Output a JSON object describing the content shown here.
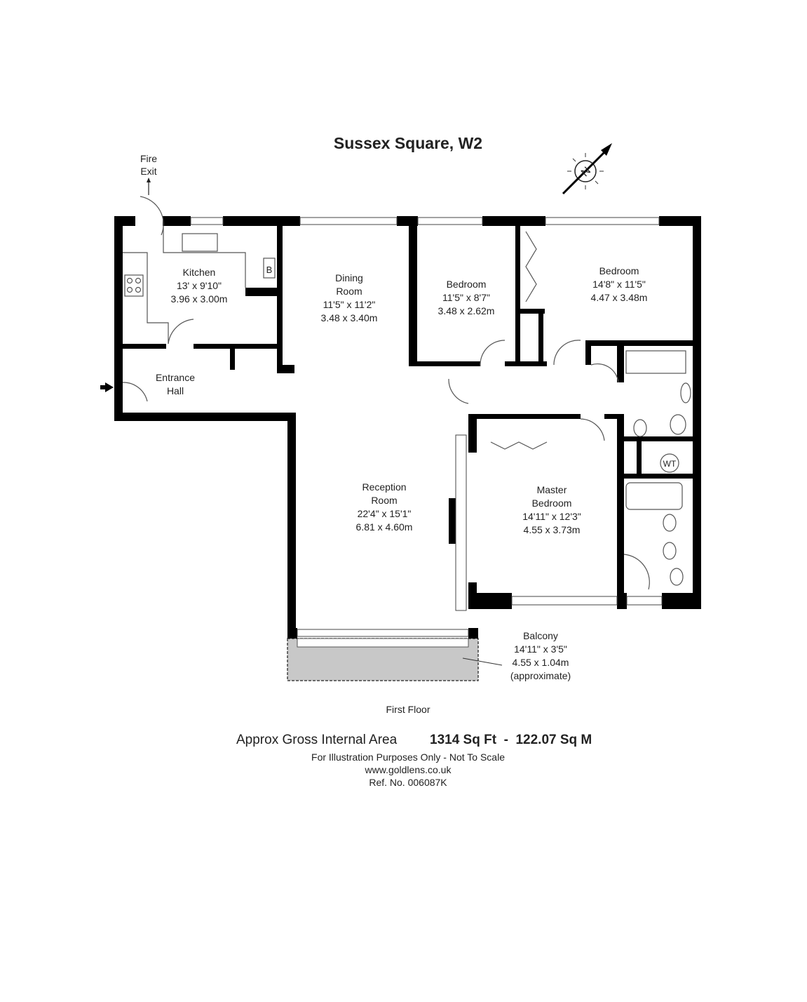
{
  "title": "Sussex Square, W2",
  "fire_exit": [
    "Fire",
    "Exit"
  ],
  "rooms": {
    "kitchen": {
      "name": [
        "Kitchen"
      ],
      "imperial": "13' x 9'10\"",
      "metric": "3.96 x 3.00m"
    },
    "dining": {
      "name": [
        "Dining",
        "Room"
      ],
      "imperial": "11'5\" x 11'2\"",
      "metric": "3.48 x 3.40m"
    },
    "bedroom1": {
      "name": [
        "Bedroom"
      ],
      "imperial": "11'5\" x 8'7\"",
      "metric": "3.48 x 2.62m"
    },
    "bedroom2": {
      "name": [
        "Bedroom"
      ],
      "imperial": "14'8\" x 11'5\"",
      "metric": "4.47 x 3.48m"
    },
    "entrance": {
      "name": [
        "Entrance",
        "Hall"
      ]
    },
    "reception": {
      "name": [
        "Reception",
        "Room"
      ],
      "imperial": "22'4\" x 15'1\"",
      "metric": "6.81 x 4.60m"
    },
    "master": {
      "name": [
        "Master",
        "Bedroom"
      ],
      "imperial": "14'11\" x 12'3\"",
      "metric": "4.55 x 3.73m"
    },
    "balcony": {
      "name": [
        "Balcony"
      ],
      "imperial": "14'11\" x 3'5\"",
      "metric": "4.55 x 1.04m",
      "note": "(approximate)"
    }
  },
  "symbols": {
    "boiler": "B",
    "water_tank": "WT",
    "compass": "N"
  },
  "floor": "First Floor",
  "area": {
    "label": "Approx Gross Internal Area",
    "value": "1314 Sq Ft  -  122.07 Sq M"
  },
  "disclaimer": "For Illustration Purposes Only - Not To Scale",
  "website": "www.goldlens.co.uk",
  "reference": "Ref. No. 006087K"
}
